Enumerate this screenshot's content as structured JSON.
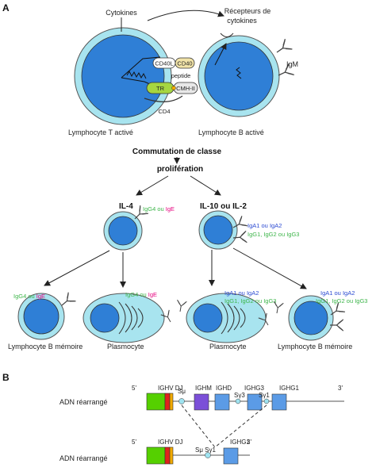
{
  "panels": {
    "a": "A",
    "b": "B"
  },
  "top": {
    "cytokines": "Cytokines",
    "receptors_line1": "Récepteurs de",
    "receptors_line2": "cytokines",
    "cd40l": "CD40L",
    "cd40": "CD40",
    "peptide": "peptide",
    "tr": "TR",
    "cmh": "CMH-II",
    "cd4": "CD4",
    "igm": "IgM",
    "t_cell": "Lymphocyte T activé",
    "b_cell": "Lymphocyte B activé"
  },
  "flow": {
    "commutation": "Commutation de classe",
    "proliferation": "prolifération",
    "il4": "IL-4",
    "il10": "IL-10 ou IL-2"
  },
  "labels": {
    "igg4_or": "IgG4 ou ",
    "ige": "IgE",
    "iga_line": "IgA1 ou IgA2",
    "igg_line": "IgG1, IgG2 ou IgG3",
    "memory_b": "Lymphocyte B mémoire",
    "plasmocyte": "Plasmocyte"
  },
  "panel_b": {
    "row_label": "ADN réarrangé",
    "five": "5'",
    "three": "3'",
    "ighv_dj": "IGHV DJ",
    "s_mu": "Sμ",
    "ighm": "IGHM",
    "ighd": "IGHD",
    "s_g3": "Sγ3",
    "ighg3": "IGHG3",
    "s_g1": "Sγ1",
    "ighg1": "IGHG1",
    "s_mu_g1": "Sμ Sγ1"
  },
  "colors": {
    "cell_fill": "#2f7fd6",
    "cell_ring": "#a8e4ef",
    "cd40": "#f1e3a8",
    "tr": "#a6d640",
    "cmh": "#e8e8e8",
    "gene_blue": "#5b9be6",
    "gene_purple": "#7b4fd8",
    "gene_green": "#55d000",
    "gene_red": "#e0231b",
    "gene_orange": "#f2a900",
    "ige_magenta": "#e6007e",
    "igg_green": "#3db54a",
    "iga_blue": "#2b4ad2"
  }
}
